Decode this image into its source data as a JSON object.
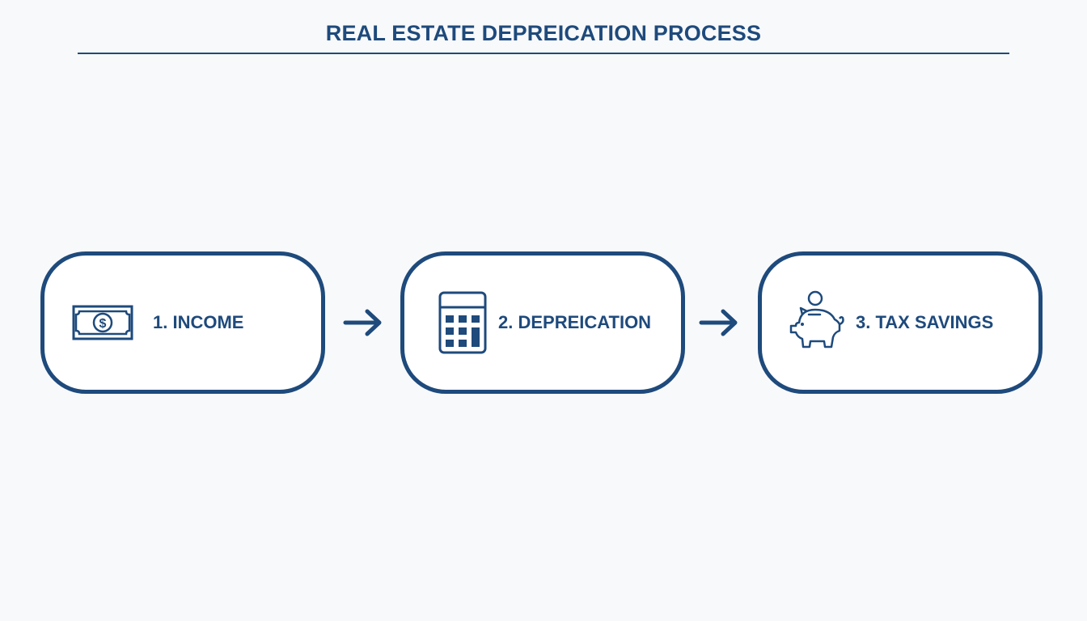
{
  "title": "REAL ESTATE DEPREICATION PROCESS",
  "colors": {
    "primary": "#1e4a7c",
    "background": "#f8f9fa",
    "box_fill": "#ffffff"
  },
  "steps": [
    {
      "label": "1. INCOME",
      "icon": "money-bill-icon"
    },
    {
      "label": "2. DEPREICATION",
      "icon": "calculator-icon"
    },
    {
      "label": "3. TAX SAVINGS",
      "icon": "piggy-bank-icon"
    }
  ],
  "connectors": [
    {
      "from": "1. INCOME",
      "to": "2. DEPREICATION",
      "icon": "arrow-right-icon"
    },
    {
      "from": "2. DEPREICATION",
      "to": "3. TAX SAVINGS",
      "icon": "arrow-right-icon"
    }
  ]
}
